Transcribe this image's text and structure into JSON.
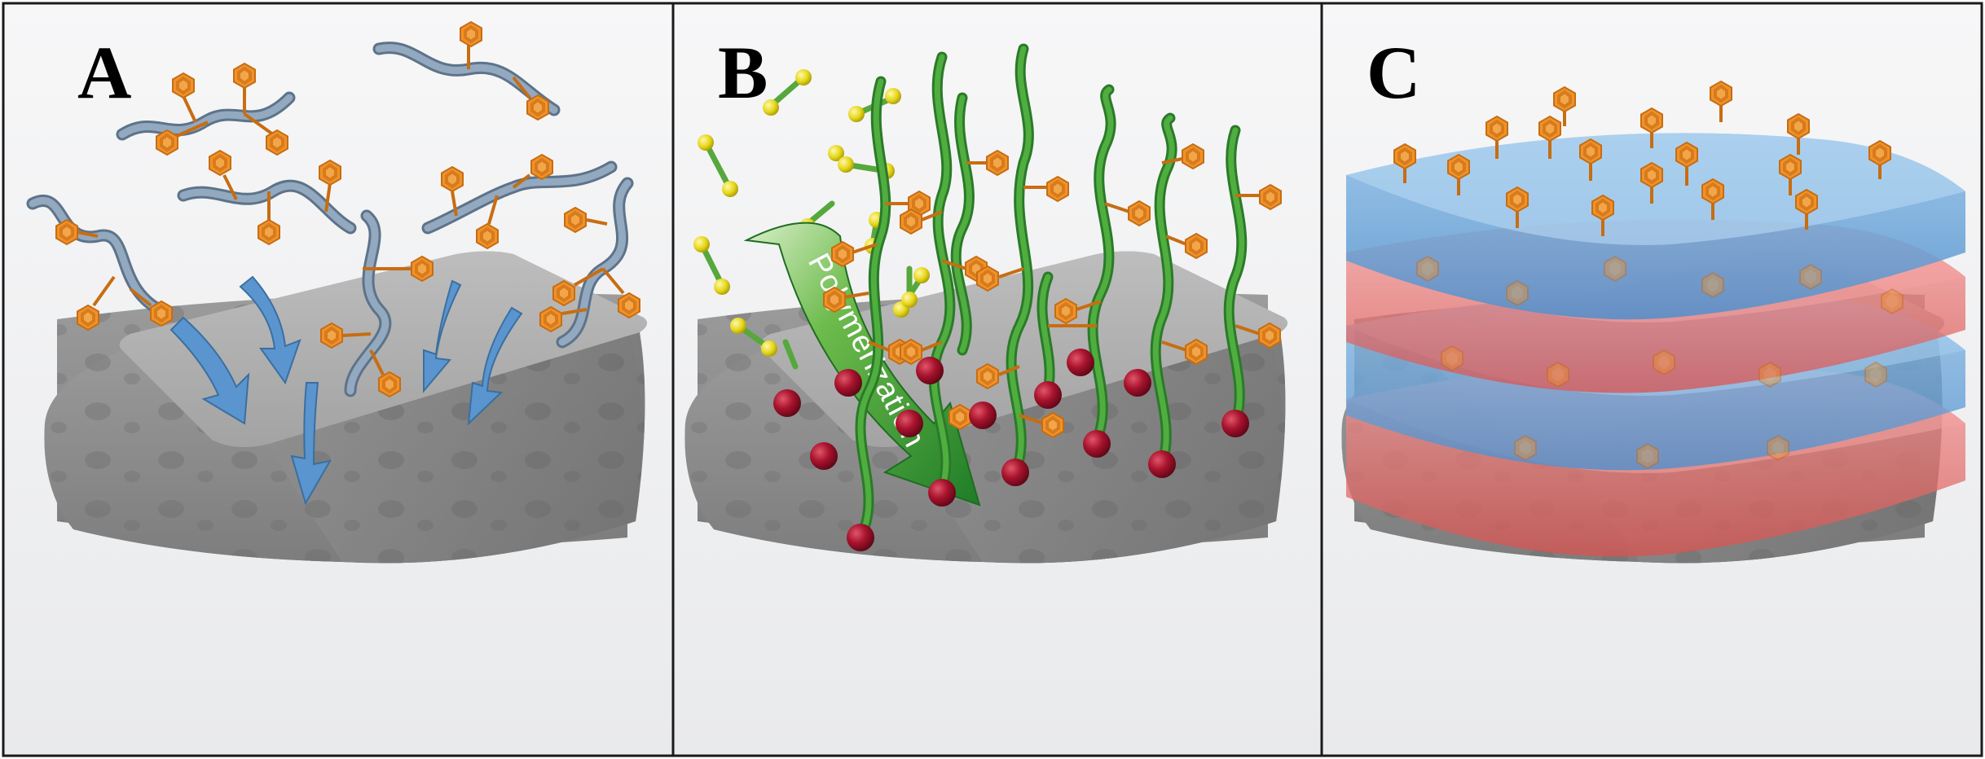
{
  "panels": [
    {
      "label": "A"
    },
    {
      "label": "B",
      "arrow_label": "Polymerization"
    },
    {
      "label": "C"
    }
  ],
  "colors": {
    "substrate": "#a9a9a9",
    "polymer_chain_a": "#7f96ad",
    "functional_group": "#f0922b",
    "flow_arrow": "#5b95cf",
    "monomer": "#e5d619",
    "monomer_link": "#56a83c",
    "grafted_chain": "#3f9a37",
    "initiator": "#a8132d",
    "polymerization_arrow": "#2f8f2f",
    "layer_blue": "#6fa9dc",
    "layer_red": "#e8716f"
  }
}
